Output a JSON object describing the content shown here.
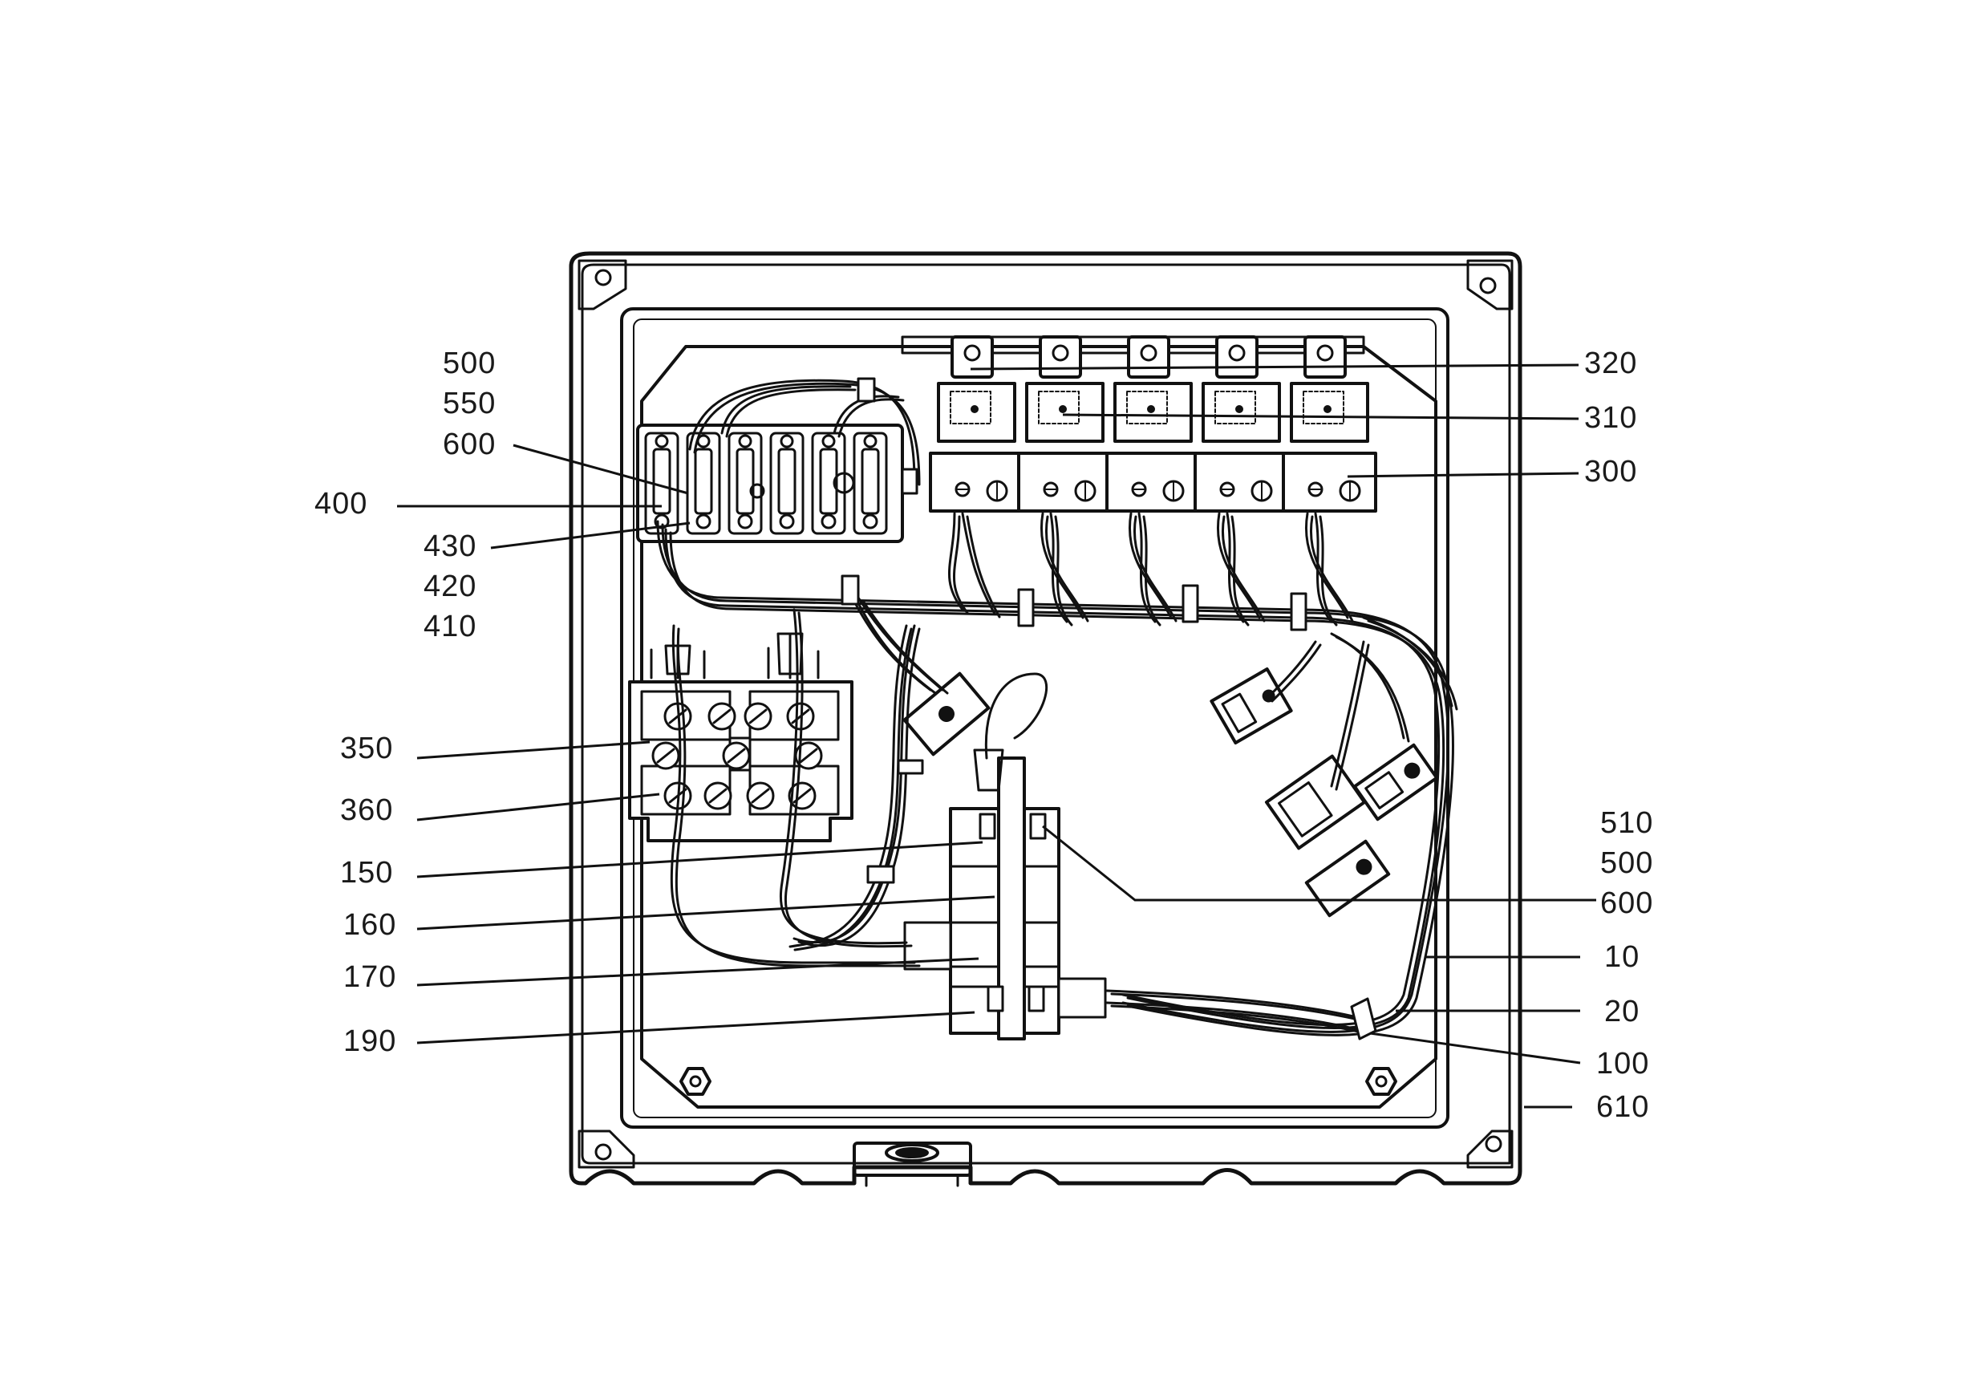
{
  "callouts": {
    "left": [
      {
        "id": "500",
        "text": "500"
      },
      {
        "id": "550",
        "text": "550"
      },
      {
        "id": "600",
        "text": "600"
      },
      {
        "id": "400",
        "text": "400"
      },
      {
        "id": "430",
        "text": "430"
      },
      {
        "id": "420",
        "text": "420"
      },
      {
        "id": "410",
        "text": "410"
      },
      {
        "id": "350",
        "text": "350"
      },
      {
        "id": "360",
        "text": "360"
      },
      {
        "id": "150",
        "text": "150"
      },
      {
        "id": "160",
        "text": "160"
      },
      {
        "id": "170",
        "text": "170"
      },
      {
        "id": "190",
        "text": "190"
      }
    ],
    "right": [
      {
        "id": "320",
        "text": "320"
      },
      {
        "id": "310",
        "text": "310"
      },
      {
        "id": "300",
        "text": "300"
      },
      {
        "id": "510",
        "text": "510"
      },
      {
        "id": "500b",
        "text": "500"
      },
      {
        "id": "600b",
        "text": "600"
      },
      {
        "id": "10",
        "text": "10"
      },
      {
        "id": "20",
        "text": "20"
      },
      {
        "id": "100",
        "text": "100"
      },
      {
        "id": "610",
        "text": "610"
      }
    ]
  }
}
